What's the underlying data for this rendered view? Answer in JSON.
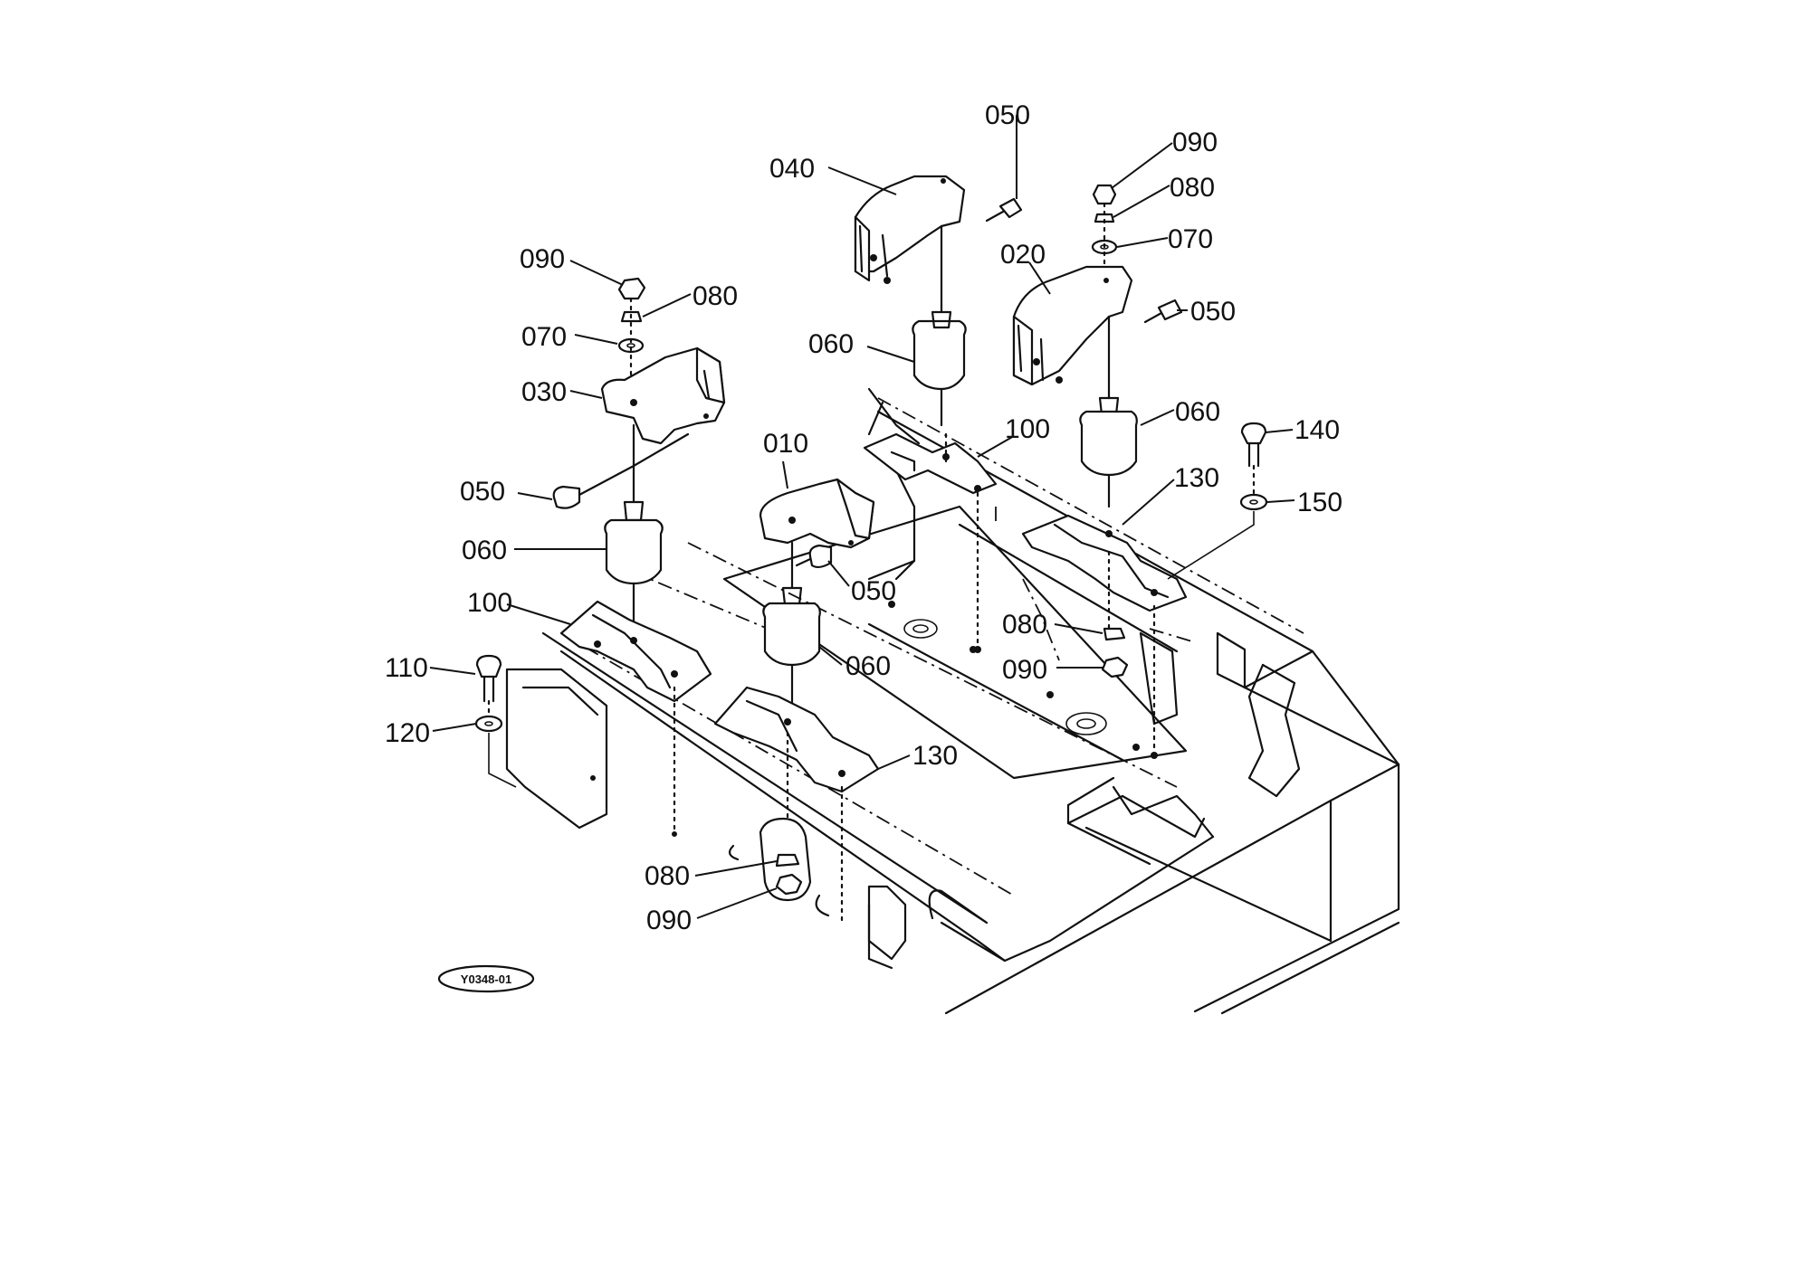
{
  "callouts": {
    "c010": "010",
    "c020": "020",
    "c030": "030",
    "c040": "040",
    "c050_top": "050",
    "c050_right": "050",
    "c050_left": "050",
    "c050_mid": "050",
    "c060_top": "060",
    "c060_right": "060",
    "c060_left": "060",
    "c060_mid": "060",
    "c070_right": "070",
    "c070_left": "070",
    "c080_right": "080",
    "c080_left": "080",
    "c080_mid": "080",
    "c080_bottom": "080",
    "c090_right": "090",
    "c090_left": "090",
    "c090_mid": "090",
    "c090_bottom": "090",
    "c100_right": "100",
    "c100_left": "100",
    "c110": "110",
    "c120": "120",
    "c130_right": "130",
    "c130_left": "130",
    "c140": "140",
    "c150": "150"
  },
  "figure_code": "Y0348-01"
}
